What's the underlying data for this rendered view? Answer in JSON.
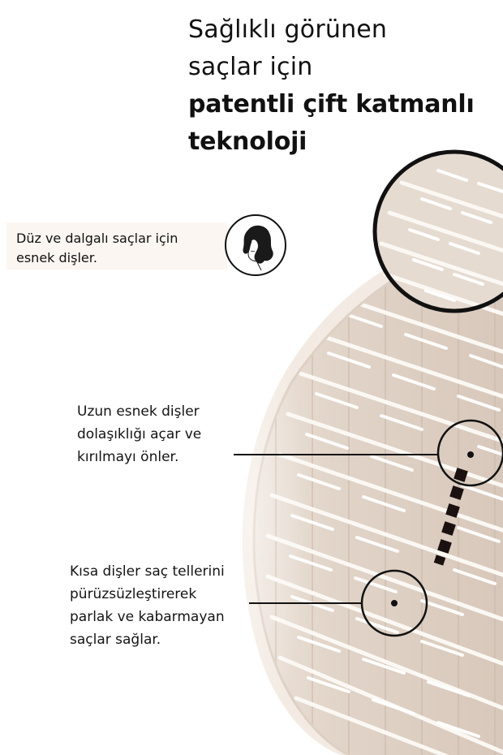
{
  "headline": {
    "line1": "Sağlıklı görünen",
    "line2": "saçlar için",
    "line3": "patentli çift katmanlı",
    "line4": "teknoloji"
  },
  "feature_box": {
    "line1": "Düz ve dalgalı saçlar için",
    "line2": "esnek dişler.",
    "icon": "woman-profile-icon"
  },
  "callouts": [
    {
      "lines": [
        "Uzun esnek dişler",
        "dolaşıklığı açar ve",
        "kırılmayı önler."
      ]
    },
    {
      "lines": [
        "Kısa dişler saç tellerini",
        "pürüzsüzleştirerek",
        "parlak ve kabarmayan",
        "saçlar sağlar."
      ]
    }
  ],
  "colors": {
    "background": "#ffffff",
    "brush_base": "#e3d6cb",
    "brush_shadow": "#cdbcae",
    "bristle": "#fbf8f4",
    "feature_box": "#fbf6f1",
    "ink": "#111111"
  }
}
